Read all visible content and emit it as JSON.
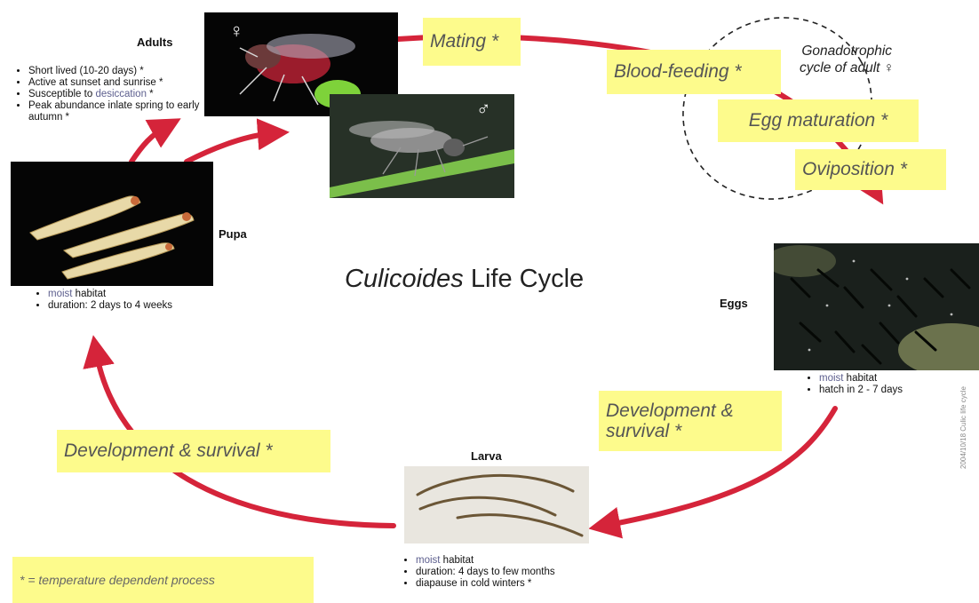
{
  "title": {
    "italic": "Culicoides",
    "rest": " Life Cycle"
  },
  "labels": {
    "mating": "Mating *",
    "blood_feeding": "Blood-feeding *",
    "egg_maturation": "Egg maturation *",
    "oviposition": "Oviposition *",
    "dev_right_1": "Development &",
    "dev_right_2": "survival *",
    "dev_left": "Development & survival *",
    "legend": "* = temperature dependent process"
  },
  "gonotrophic": {
    "line1": "Gonadotrophic",
    "line2": "cycle of adult ♀"
  },
  "adults": {
    "title": "Adults",
    "female_symbol": "♀",
    "male_symbol": "♂",
    "items": [
      "Short lived (10-20 days) *",
      "Active at sunset and sunrise *",
      "Peak abundance inlate spring to early autumn *"
    ],
    "desiccation_prefix": "Susceptible to ",
    "desiccation_word": "desiccation",
    "desiccation_suffix": " *"
  },
  "pupa": {
    "title": "Pupa",
    "moist": "moist",
    "habitat": " habitat",
    "duration": "duration: 2 days to 4 weeks"
  },
  "eggs": {
    "title": "Eggs",
    "moist": "moist",
    "habitat": " habitat",
    "hatch": "hatch in 2 - 7 days"
  },
  "larva": {
    "title": "Larva",
    "moist": "moist",
    "habitat": " habitat",
    "duration": "duration:  4 days to few months",
    "diapause": "diapause in cold winters *"
  },
  "credit": "2004/10/18 Culic life cycle"
}
